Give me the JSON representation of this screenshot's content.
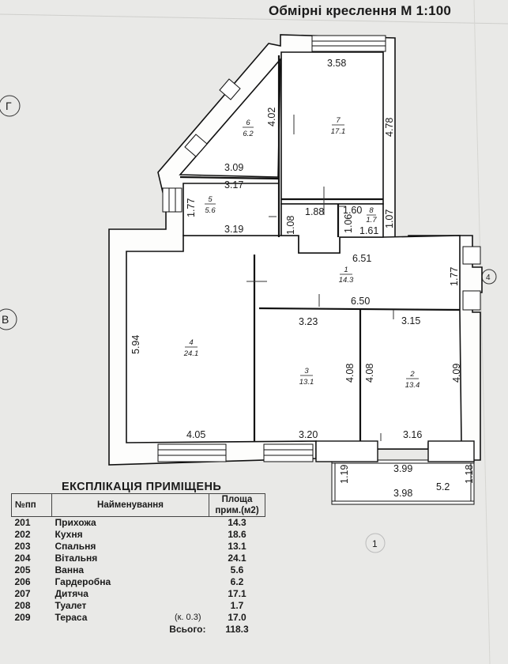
{
  "title": "Обмірні креслення  М 1:100",
  "axes": [
    "Г",
    "В",
    "4",
    "1"
  ],
  "dimensions": [
    "3.58",
    "4.02",
    "4.78",
    "3.09",
    "3.17",
    "1.77",
    "3.19",
    "1.88",
    "1.60",
    "1.07",
    "1.06",
    "1.61",
    "1.08",
    "6.51",
    "1.77",
    "6.50",
    "3.23",
    "3.15",
    "5.94",
    "4.08",
    "4.08",
    "4.09",
    "4.05",
    "3.20",
    "3.16",
    "3.99",
    "1.19",
    "3.98",
    "5.2",
    "1.18"
  ],
  "rooms": [
    {
      "no": "1",
      "area": "14.3"
    },
    {
      "no": "2",
      "area": "13.4"
    },
    {
      "no": "3",
      "area": "13.1"
    },
    {
      "no": "4",
      "area": "24.1"
    },
    {
      "no": "5",
      "area": "5.6"
    },
    {
      "no": "6",
      "area": "6.2"
    },
    {
      "no": "7",
      "area": "17.1"
    },
    {
      "no": "8",
      "area": "1.7"
    }
  ],
  "table": {
    "title": "ЕКСПЛІКАЦІЯ  ПРИМІЩЕНЬ",
    "headers": {
      "num": "№пп",
      "name": "Найменування",
      "area_line1": "Площа",
      "area_line2": "прим.(м2)"
    },
    "rows": [
      {
        "num": "201",
        "name": "Прихожа",
        "area": "14.3",
        "note": ""
      },
      {
        "num": "202",
        "name": "Кухня",
        "area": "18.6",
        "note": ""
      },
      {
        "num": "203",
        "name": "Спальня",
        "area": "13.1",
        "note": ""
      },
      {
        "num": "204",
        "name": "Вітальня",
        "area": "24.1",
        "note": ""
      },
      {
        "num": "205",
        "name": "Ванна",
        "area": "5.6",
        "note": ""
      },
      {
        "num": "206",
        "name": "Гардеробна",
        "area": "6.2",
        "note": ""
      },
      {
        "num": "207",
        "name": "Дитяча",
        "area": "17.1",
        "note": ""
      },
      {
        "num": "208",
        "name": "Туалет",
        "area": "1.7",
        "note": ""
      },
      {
        "num": "209",
        "name": "Тераса",
        "area": "17.0",
        "note": "(к. 0.3)"
      }
    ],
    "total_label": "Всього:",
    "total": "118.3"
  }
}
